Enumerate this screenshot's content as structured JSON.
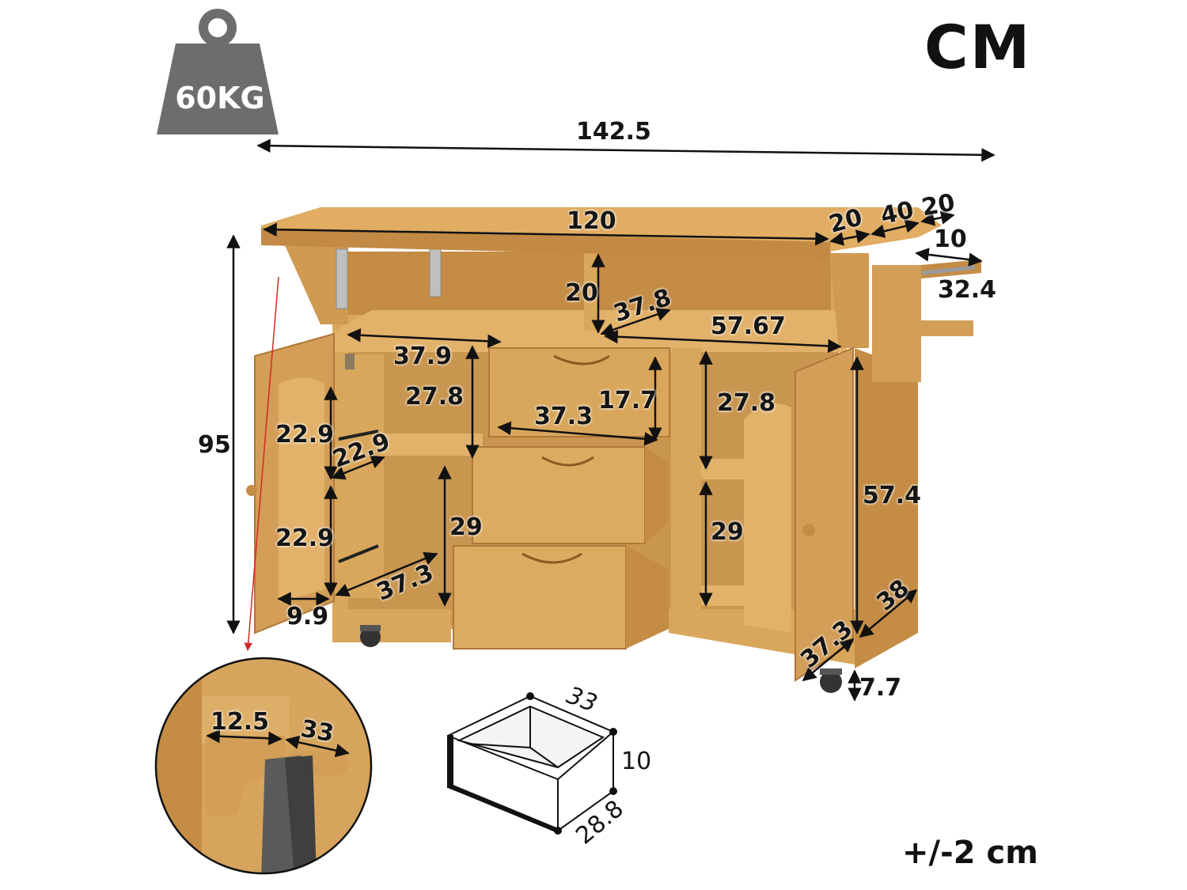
{
  "unit_label": "CM",
  "tolerance_label": "+/-2 cm",
  "weight": {
    "label": "60KG",
    "icon": "weight-icon"
  },
  "colors": {
    "wood": "#d9a75c",
    "wood_dark": "#b98340",
    "wood_light": "#e6bb76",
    "weight_gray": "#6d6d6d",
    "pointer_red": "#d62828"
  },
  "dimensions": {
    "overall_width": "142.5",
    "height": "95",
    "top_width": "120",
    "top_ext_20_a": "20",
    "top_ext_40": "40",
    "top_ext_20_b": "20",
    "towel_rack_10": "10",
    "towel_rack_32_4": "32.4",
    "open_shelf_height": "20",
    "open_shelf_depth": "37.8",
    "shelf_width_right": "57.67",
    "cabinet_width_left": "37.9",
    "left_compartment_height": "27.8",
    "drawer_width": "37.3",
    "drawer_height": "17.7",
    "right_compartment_height": "27.8",
    "door_shelf_upper_height": "22.9",
    "door_shelf_depth": "22.9",
    "door_shelf_lower_height": "22.9",
    "left_lower_height": "29",
    "left_lower_depth": "37.3",
    "right_lower_height": "29",
    "door_depth": "9.9",
    "right_side_height": "57.4",
    "side_depth": "38",
    "bottom_depth": "37.3",
    "caster_height": "7.7"
  },
  "detail": {
    "hook_width": "12.5",
    "hook_length": "33"
  },
  "drawer_box": {
    "width": "33",
    "height": "10",
    "depth": "28.8"
  }
}
